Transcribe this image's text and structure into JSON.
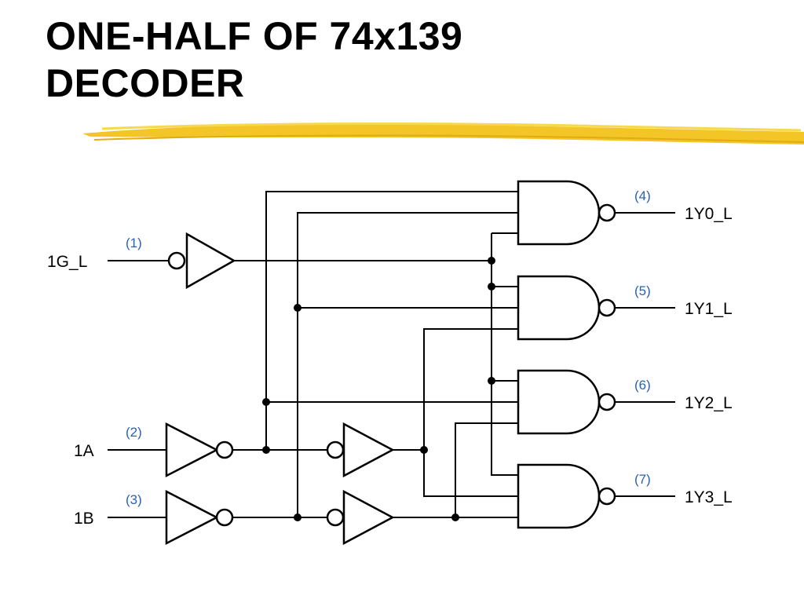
{
  "slide": {
    "title_line1": "ONE-HALF OF 74x139",
    "title_line2": "DECODER",
    "accent_color": "#f2c21b"
  },
  "diagram": {
    "pin_color": "#2a62b4",
    "inputs": [
      {
        "signal": "1G_L",
        "pin": "(1)"
      },
      {
        "signal": "1A",
        "pin": "(2)"
      },
      {
        "signal": "1B",
        "pin": "(3)"
      }
    ],
    "outputs": [
      {
        "signal": "1Y0_L",
        "pin": "(4)"
      },
      {
        "signal": "1Y1_L",
        "pin": "(5)"
      },
      {
        "signal": "1Y2_L",
        "pin": "(6)"
      },
      {
        "signal": "1Y3_L",
        "pin": "(7)"
      }
    ]
  }
}
